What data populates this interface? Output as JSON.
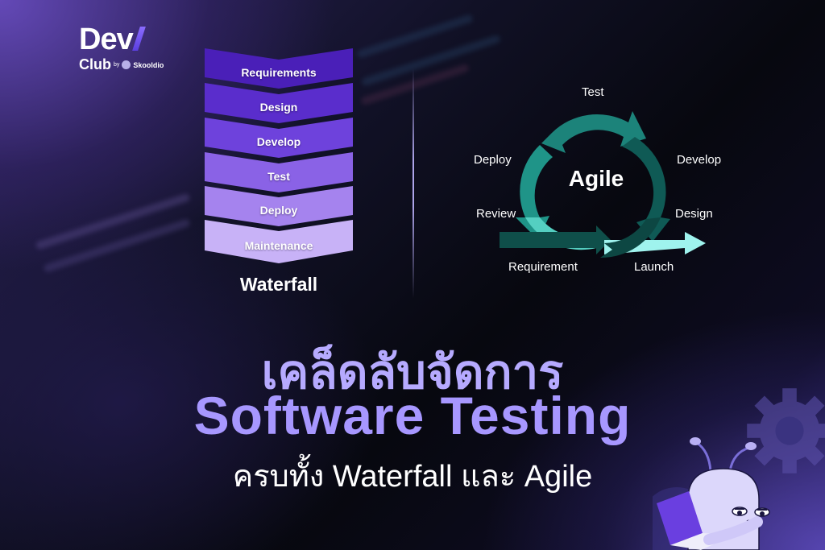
{
  "brand": {
    "logo_main": "Dev",
    "logo_sub": "Club",
    "logo_by": "by",
    "logo_partner": "Skooldio"
  },
  "waterfall": {
    "title": "Waterfall",
    "steps": [
      {
        "label": "Requirements",
        "color": "#4a1fb8"
      },
      {
        "label": "Design",
        "color": "#5a2dcc"
      },
      {
        "label": "Develop",
        "color": "#6e42dc"
      },
      {
        "label": "Test",
        "color": "#8a62e6"
      },
      {
        "label": "Deploy",
        "color": "#a583ee"
      },
      {
        "label": "Maintenance",
        "color": "#c8b2f7"
      }
    ]
  },
  "agile": {
    "title": "Agile",
    "labels": {
      "test": "Test",
      "deploy": "Deploy",
      "develop": "Develop",
      "review": "Review",
      "design": "Design",
      "requirement": "Requirement",
      "launch": "Launch"
    },
    "colors": {
      "ring_dark": "#0f5a55",
      "ring_mid": "#1c837a",
      "ring_light": "#54cfc1",
      "launch": "#9ff3ee"
    }
  },
  "headline": {
    "thai_title": "เคล็ดลับจัดการ",
    "english_title": "Software Testing",
    "subtitle": "ครบทั้ง Waterfall และ Agile",
    "accent_color": "#a797ff"
  }
}
